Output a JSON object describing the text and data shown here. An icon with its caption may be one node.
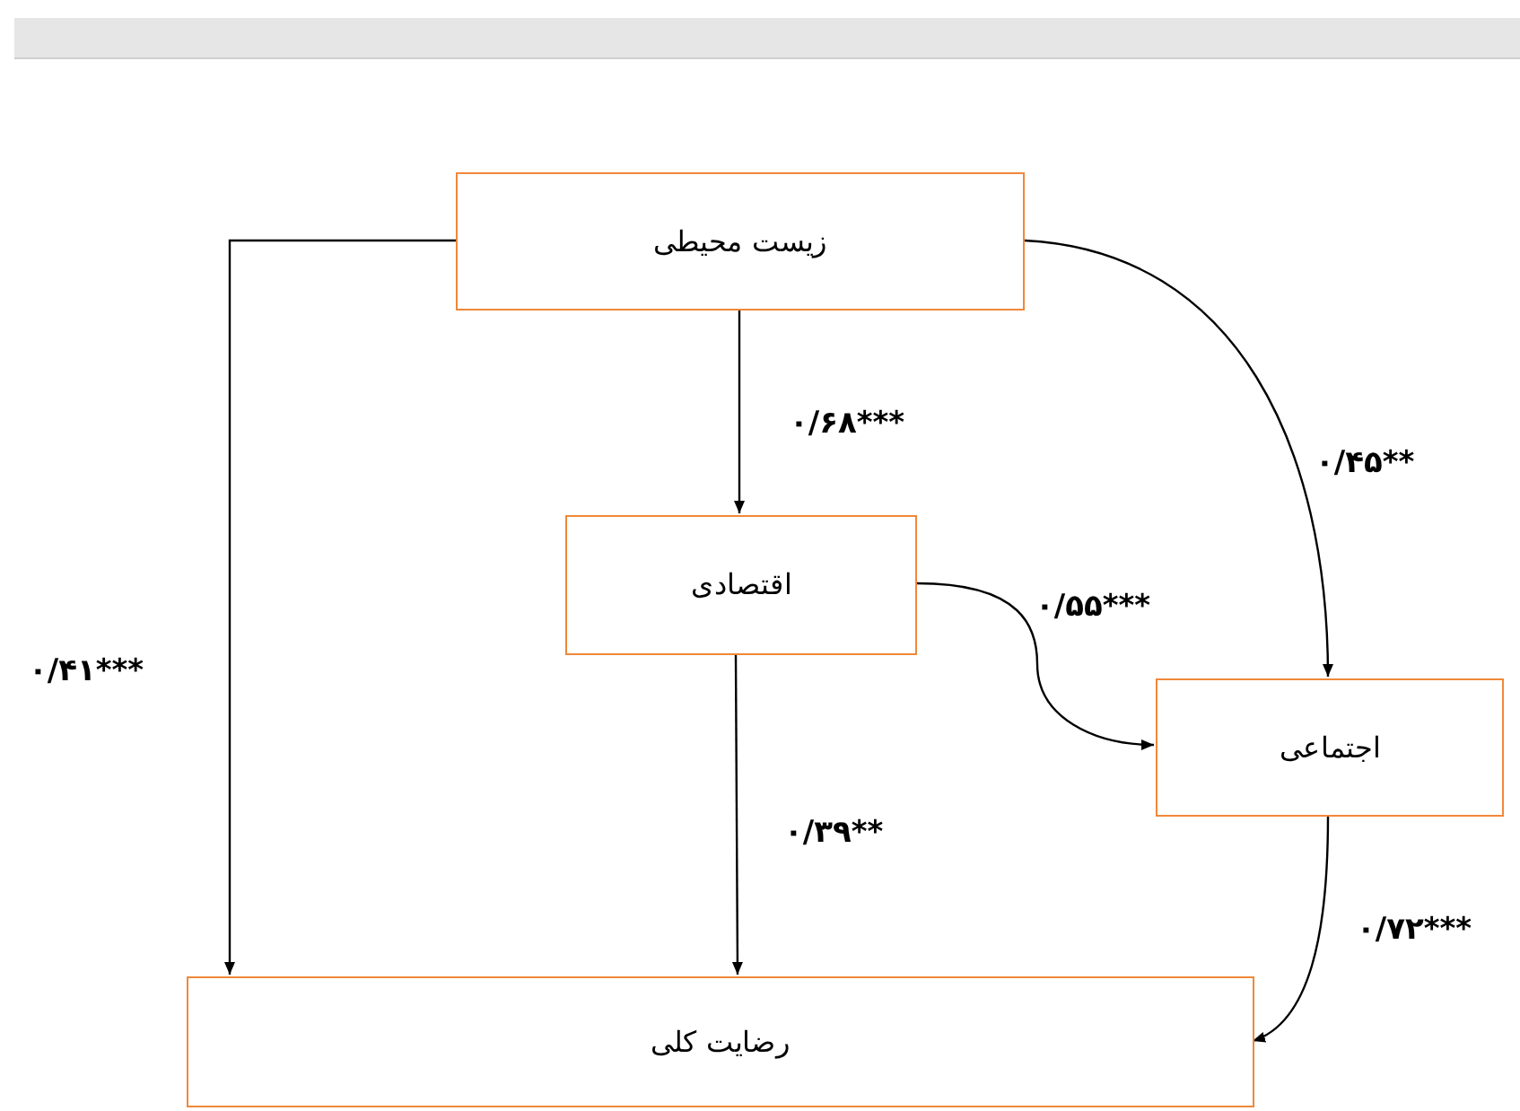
{
  "diagram": {
    "nodes": [
      {
        "text": [
          "زیست محیطی"
        ]
      },
      {
        "text": [
          "اقتصادی"
        ]
      },
      {
        "text": [
          "اجتماعی"
        ]
      },
      {
        "text": [
          "رضایت کلی"
        ]
      }
    ],
    "edges": [
      {
        "from": 0,
        "to": 1,
        "arrow": "to",
        "label": "۰/۶۸***"
      },
      {
        "from": 0,
        "to": 2,
        "arrow": "to",
        "label": "۰/۴۵**"
      },
      {
        "from": 0,
        "to": 3,
        "arrow": "to",
        "label": "۰/۴۱***"
      },
      {
        "from": 1,
        "to": 2,
        "arrow": "to",
        "label": "۰/۵۵***"
      },
      {
        "from": 1,
        "to": 3,
        "arrow": "to",
        "label": "۰/۳۹**"
      },
      {
        "from": 2,
        "to": 3,
        "arrow": "to",
        "label": "۰/۷۲***"
      }
    ]
  }
}
